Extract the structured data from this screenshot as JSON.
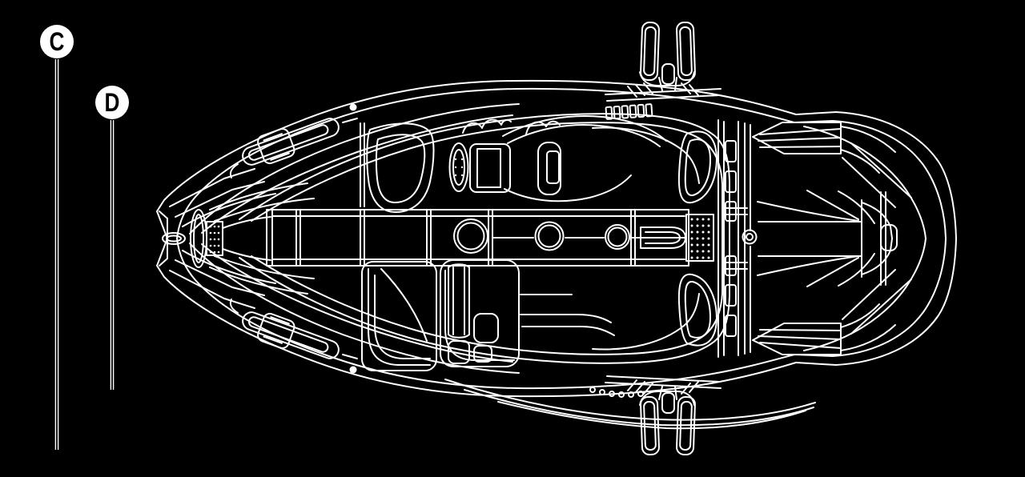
{
  "figure": {
    "subject": "boat-top-view-line-drawing",
    "background_color": "#000000",
    "line_color": "#ffffff",
    "marker_fill": "#ffffff",
    "marker_text_color": "#000000"
  },
  "markers": [
    {
      "label": "C"
    },
    {
      "label": "D"
    }
  ]
}
